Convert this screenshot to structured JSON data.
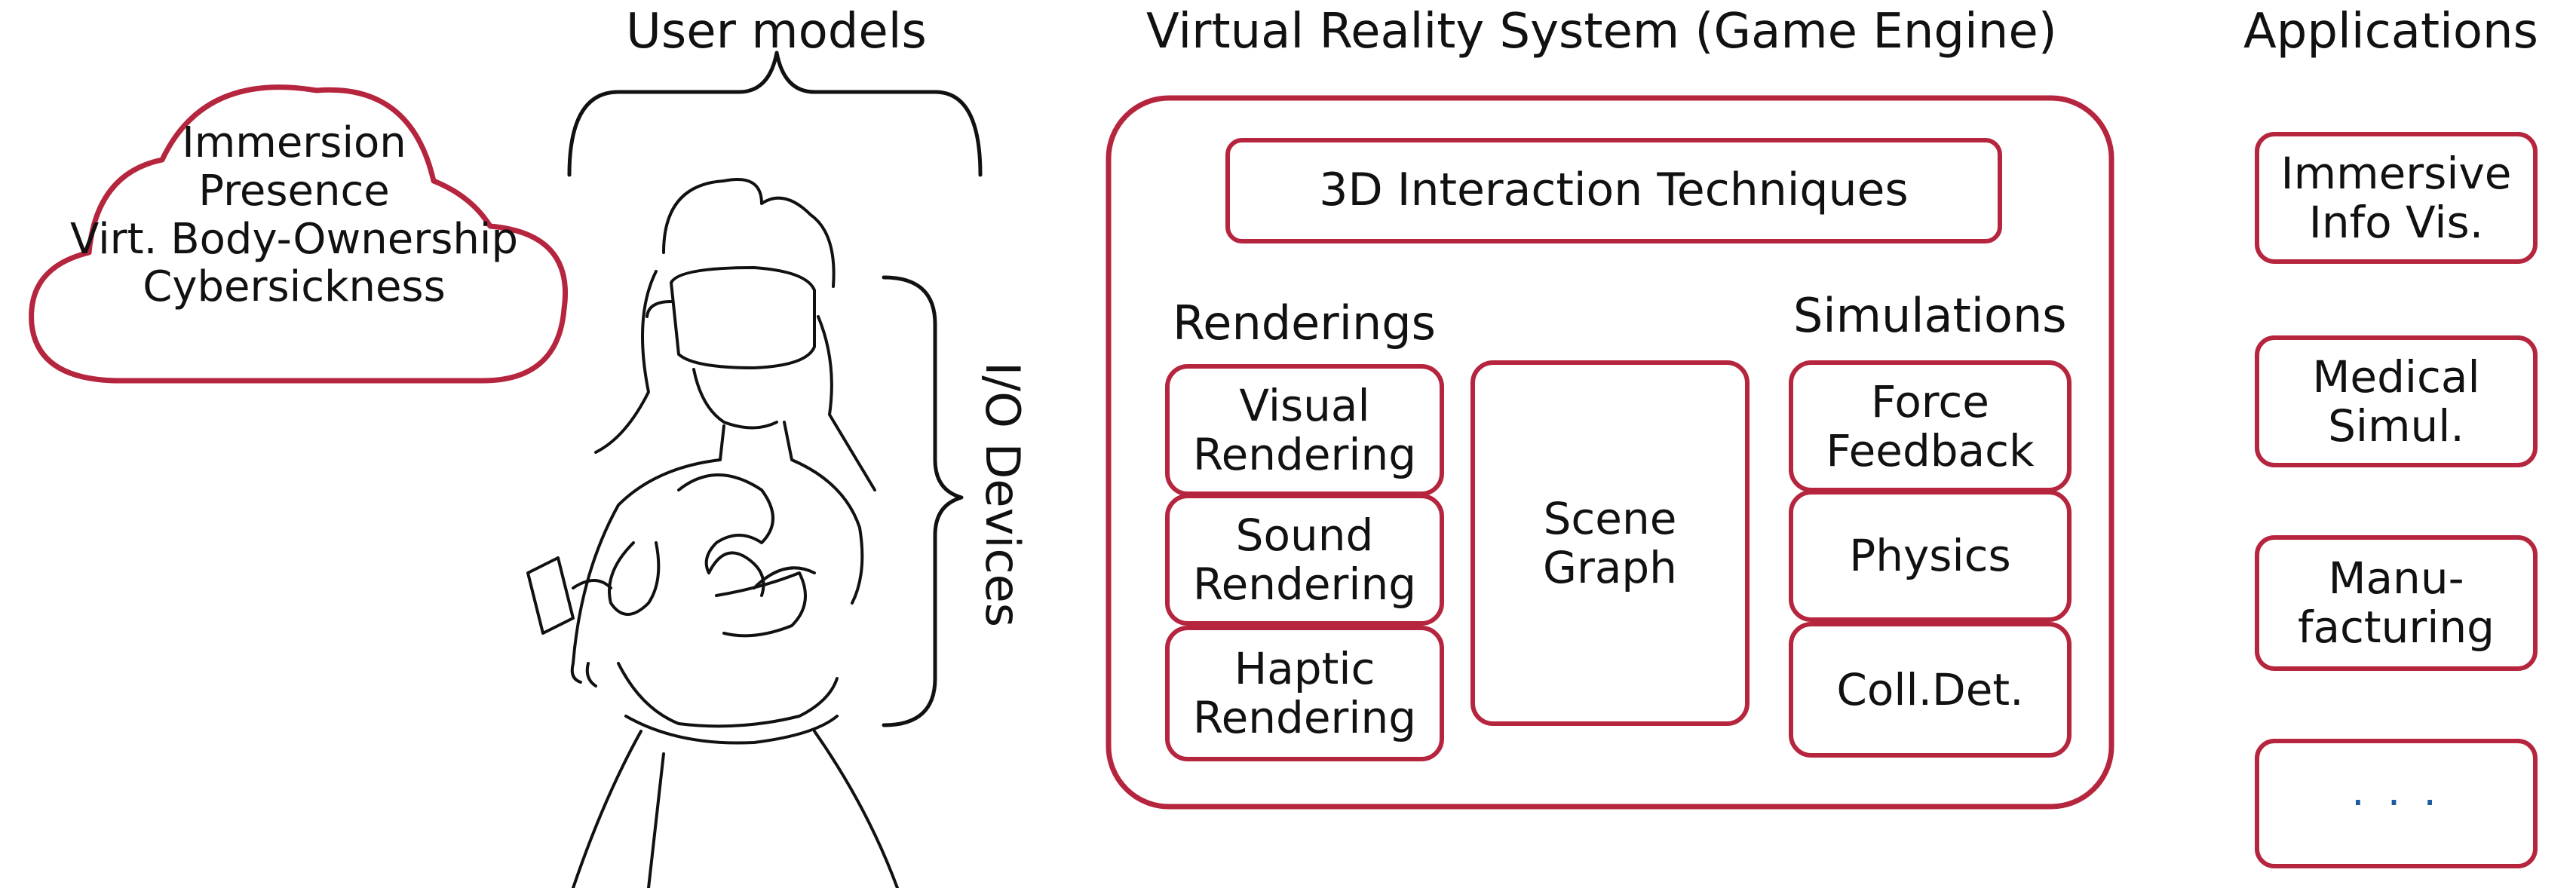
{
  "headings": {
    "user_models": "User models",
    "vr_system": "Virtual Reality System (Game Engine)",
    "applications": "Applications"
  },
  "cloud": {
    "lines": [
      "Immersion",
      "Presence",
      "Virt. Body-Ownership",
      "Cybersickness"
    ]
  },
  "io_devices": "I/O Devices",
  "vr": {
    "interaction": "3D Interaction Techniques",
    "renderings_title": "Renderings",
    "renderings": [
      {
        "line1": "Visual",
        "line2": "Rendering"
      },
      {
        "line1": "Sound",
        "line2": "Rendering"
      },
      {
        "line1": "Haptic",
        "line2": "Rendering"
      }
    ],
    "scene_graph": {
      "line1": "Scene",
      "line2": "Graph"
    },
    "simulations_title": "Simulations",
    "simulations": [
      {
        "line1": "Force",
        "line2": "Feedback"
      },
      {
        "line1": "Physics",
        "line2": ""
      },
      {
        "line1": "Coll.Det.",
        "line2": ""
      }
    ]
  },
  "applications": [
    {
      "line1": "Immersive",
      "line2": "Info Vis."
    },
    {
      "line1": "Medical",
      "line2": "Simul."
    },
    {
      "line1": "Manu-",
      "line2": "facturing"
    },
    {
      "line1": "· · ·",
      "line2": ""
    }
  ],
  "colors": {
    "accent": "#b5253e",
    "ellipsis": "#1f5c9e",
    "text": "#111111",
    "line": "#111111"
  }
}
